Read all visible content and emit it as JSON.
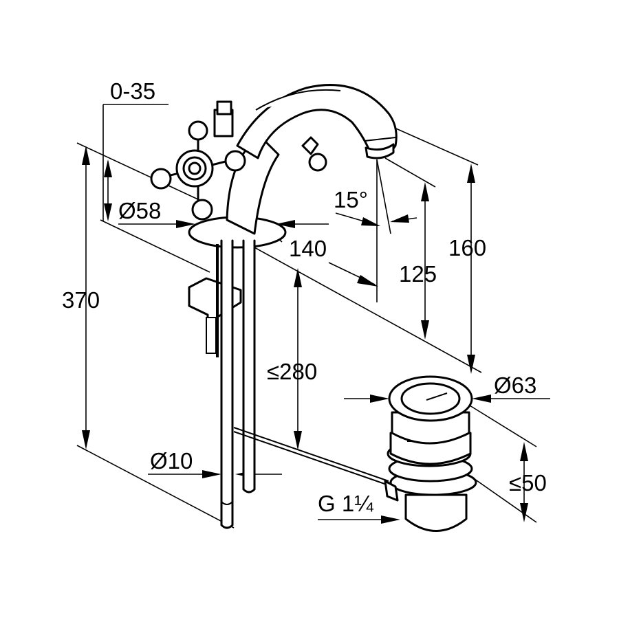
{
  "diagram": {
    "dimensions": {
      "adjust_range": "0-35",
      "height_total": "370",
      "handle_diameter": "Ø58",
      "spout_reach": "140",
      "spout_angle": "15°",
      "spout_outlet_height": "125",
      "spout_height": "160",
      "under_height": "≤280",
      "waste_diameter": "Ø63",
      "pipe_diameter": "Ø10",
      "waste_height": "≤50",
      "thread": "G 1¼"
    }
  }
}
